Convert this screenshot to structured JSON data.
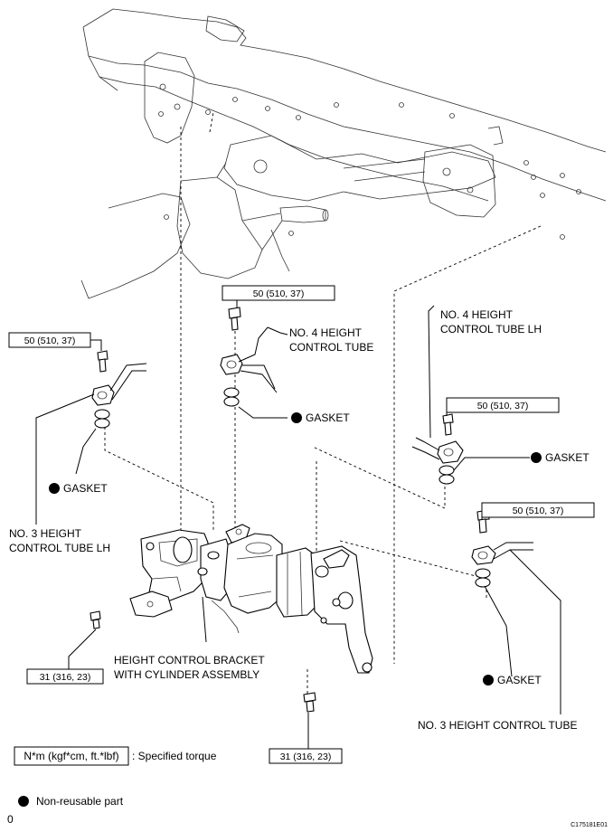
{
  "torque": {
    "t50": "50 (510, 37)",
    "t31": "31 (316, 23)"
  },
  "labels": {
    "no4_tube": [
      "NO. 4 HEIGHT",
      "CONTROL TUBE"
    ],
    "no4_tube_lh": [
      "NO. 4 HEIGHT",
      "CONTROL TUBE LH"
    ],
    "no3_tube_lh": [
      "NO. 3 HEIGHT",
      "CONTROL TUBE LH"
    ],
    "bracket": [
      "HEIGHT CONTROL BRACKET",
      "WITH CYLINDER ASSEMBLY"
    ],
    "no3_tube": "NO. 3 HEIGHT CONTROL TUBE",
    "gasket": "GASKET"
  },
  "legend": {
    "torque_unit": "N*m (kgf*cm, ft.*lbf)",
    "torque_text": ": Specified torque",
    "nonreusable_text": "Non-reusable part"
  },
  "corner_mark": "0",
  "figure_id": "C175181E01"
}
